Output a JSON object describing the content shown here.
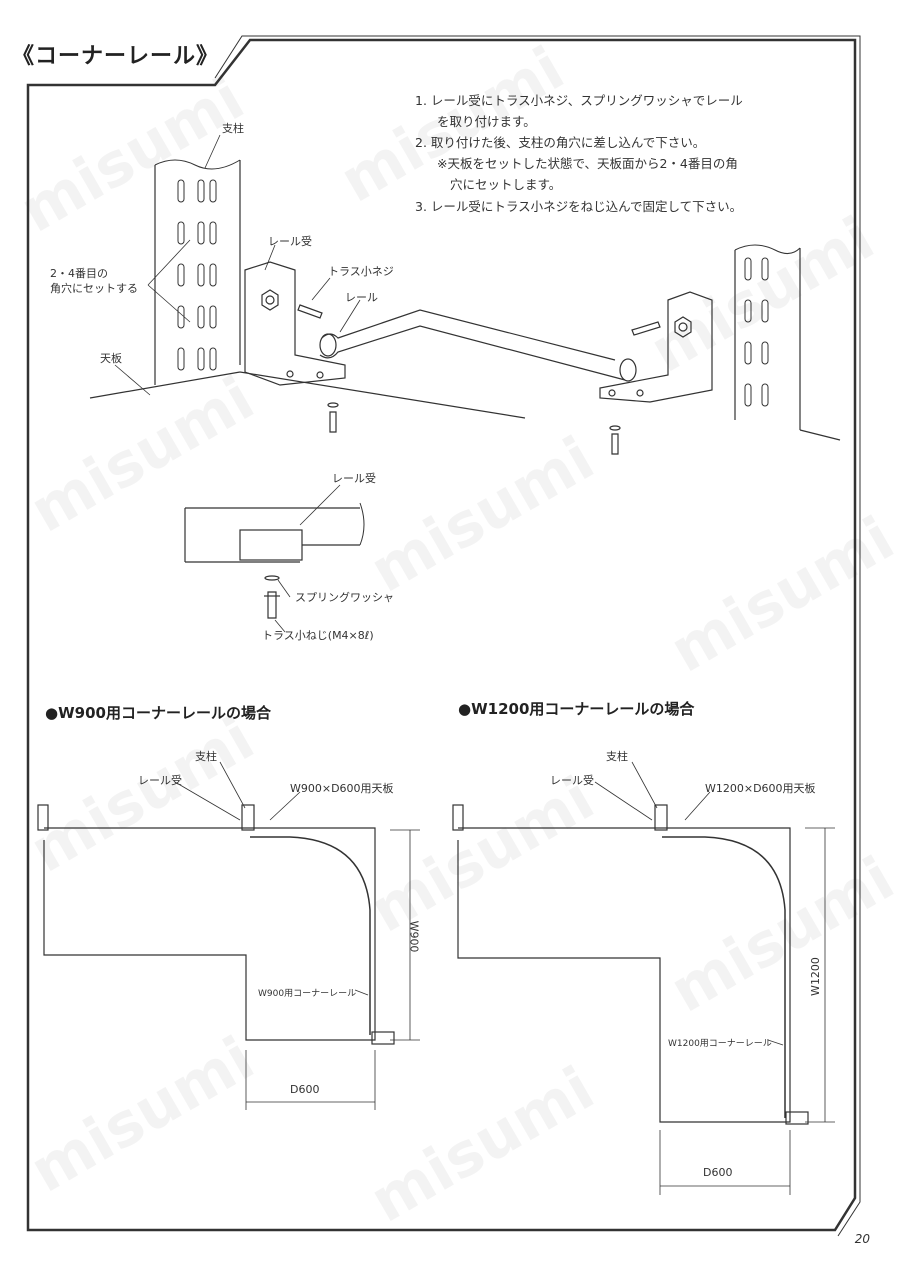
{
  "page_title": "《コーナーレール》",
  "steps": [
    "1. レール受にトラス小ネジ、スプリングワッシャでレール",
    "を取り付けます。",
    "2. 取り付けた後、支柱の角穴に差し込んで下さい。",
    "※天板をセットした状態で、天板面から2・4番目の角",
    "穴にセットします。",
    "3. レール受にトラス小ネジをねじ込んで固定して下さい。"
  ],
  "diagram_labels": {
    "post": "支柱",
    "set_holes_1": "2・4番目の",
    "set_holes_2": "角穴にセットする",
    "rail_bracket": "レール受",
    "truss_screw": "トラス小ネジ",
    "rail": "レール",
    "top_board": "天板",
    "detail_bracket": "レール受",
    "spring_washer": "スプリングワッシャ",
    "truss_screw_spec": "トラス小ねじ(M4×8ℓ)"
  },
  "w900_section": {
    "heading": "●W900用コーナーレールの場合",
    "post": "支柱",
    "bracket": "レール受",
    "board": "W900×D600用天板",
    "rail": "W900用コーナーレール",
    "dim_w": "W900",
    "dim_d": "D600"
  },
  "w1200_section": {
    "heading": "●W1200用コーナーレールの場合",
    "post": "支柱",
    "bracket": "レール受",
    "board": "W1200×D600用天板",
    "rail": "W1200用コーナーレール",
    "dim_w": "W1200",
    "dim_d": "D600"
  },
  "watermark": "misumi",
  "page_number": "20"
}
